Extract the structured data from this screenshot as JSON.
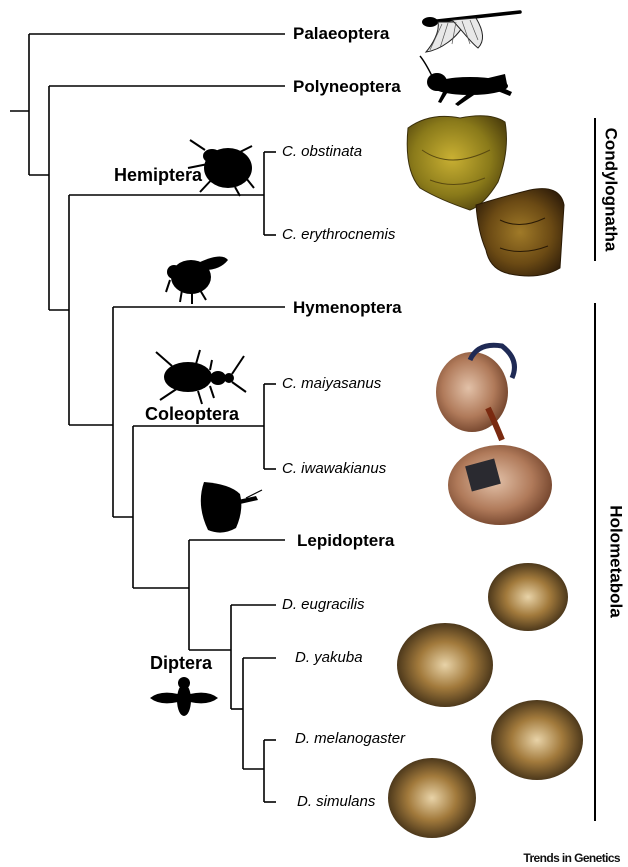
{
  "taxa": {
    "palaeoptera": "Palaeoptera",
    "polyneoptera": "Polyneoptera",
    "hymenoptera": "Hymenoptera",
    "lepidoptera": "Lepidoptera"
  },
  "orders": {
    "hemiptera": "Hemiptera",
    "coleoptera": "Coleoptera",
    "diptera": "Diptera"
  },
  "species": {
    "c_obstinata": "C. obstinata",
    "c_erythrocnemis": "C. erythrocnemis",
    "c_maiyasanus": "C. maiyasanus",
    "c_iwawakianus": "C. iwawakianus",
    "d_eugracilis": "D. eugracilis",
    "d_yakuba": "D. yakuba",
    "d_melanogaster": "D. melanogaster",
    "d_simulans": "D. simulans"
  },
  "clades": {
    "condylognatha": "Condylognatha",
    "holometabola": "Holometabola"
  },
  "silhouettes": [
    "dragonfly-icon",
    "grasshopper-icon",
    "bug-icon",
    "bee-icon",
    "beetle-icon",
    "butterfly-icon",
    "fly-icon"
  ],
  "specimen_photos": [
    "c-obstinata-photo",
    "c-erythrocnemis-photo",
    "c-maiyasanus-photo",
    "c-iwawakianus-photo",
    "d-eugracilis-photo",
    "d-yakuba-photo",
    "d-melanogaster-photo",
    "d-simulans-photo"
  ],
  "colors": {
    "branch": "#000000",
    "text": "#000000"
  },
  "footer": "Trends in Genetics"
}
